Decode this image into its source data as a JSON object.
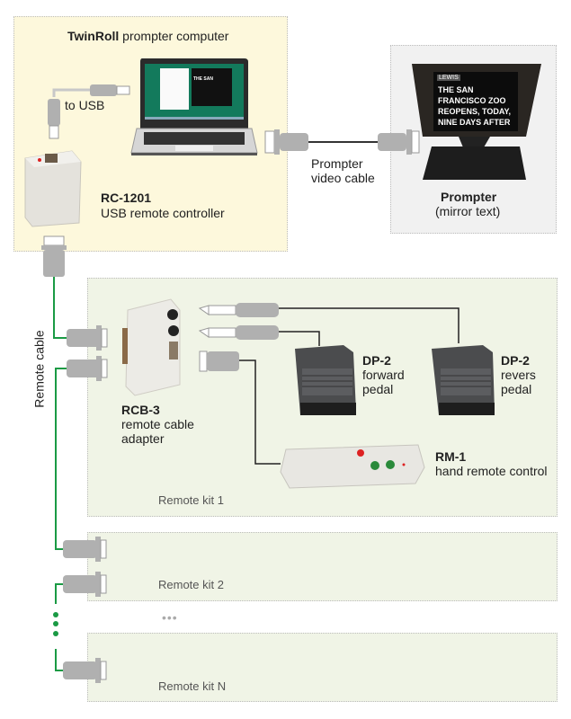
{
  "computer": {
    "title_bold": "TwinRoll",
    "title_rest": " prompter computer",
    "usb_label": "to USB",
    "controller_model": "RC-1201",
    "controller_desc": "USB remote controller"
  },
  "video_cable": {
    "line1": "Prompter",
    "line2": "video cable"
  },
  "prompter": {
    "title": "Prompter",
    "subtitle": "(mirror text)",
    "screen_tag": "LEWIS",
    "screen_lines": [
      "THE SAN",
      "FRANCISCO ZOO",
      "REOPENS, TODAY,",
      "NINE DAYS AFTER"
    ]
  },
  "remote_cable_label": "Remote cable",
  "adapter": {
    "model": "RCB-3",
    "desc1": "remote cable",
    "desc2": "adapter"
  },
  "pedal_forward": {
    "model": "DP-2",
    "desc1": "forward",
    "desc2": "pedal"
  },
  "pedal_reverse": {
    "model": "DP-2",
    "desc1": "revers",
    "desc2": "pedal"
  },
  "hand_remote": {
    "model": "RM-1",
    "desc": "hand remote control"
  },
  "kits": [
    {
      "label": "Remote kit 1"
    },
    {
      "label": "Remote kit 2"
    },
    {
      "label": "Remote kit N"
    }
  ],
  "ellipsis": "•••",
  "colors": {
    "remote_cable": "#1a9a44",
    "connector": "#b0b0b0",
    "computer_bg": "#fdf8dc",
    "kit_bg": "#f0f4e6",
    "prompter_bg": "#f1f1f1"
  }
}
